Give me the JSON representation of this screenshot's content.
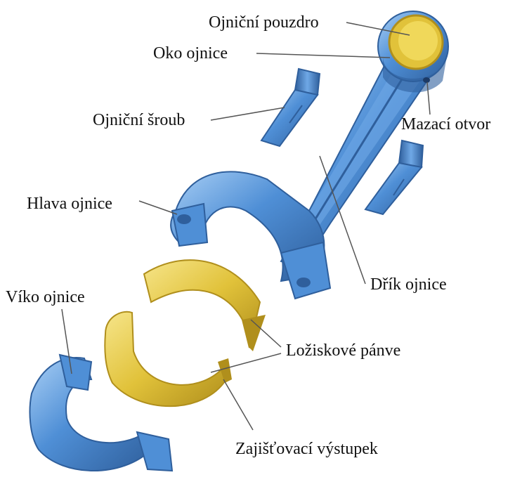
{
  "colors": {
    "steel": "#4f8fd6",
    "steel_dark": "#2f5f9c",
    "steel_light": "#a9cff5",
    "brass": "#e1c23a",
    "brass_dark": "#b08f1c",
    "brass_light": "#f6e58a",
    "leader": "#555555",
    "text": "#111111"
  },
  "labels": {
    "pouzdro": "Ojniční pouzdro",
    "oko": "Oko ojnice",
    "sroub": "Ojniční šroub",
    "mazaci": "Mazací otvor",
    "hlava": "Hlava ojnice",
    "drik": "Dřík ojnice",
    "viko": "Víko ojnice",
    "panve": "Ložiskové pánve",
    "vystupek": "Zajišťovací výstupek"
  }
}
